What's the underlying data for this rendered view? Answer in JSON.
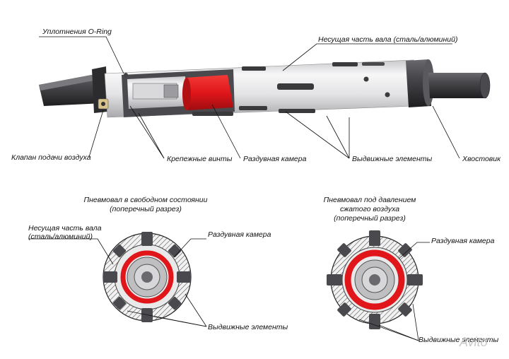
{
  "labels": {
    "o_ring": "Уплотнения O-Ring",
    "shaft_body": "Несущая часть вала (сталь/алюминий)",
    "air_valve": "Клапан подачи воздуха",
    "fixing_screws": "Крепежные винты",
    "inflatable_chamber": "Раздувная камера",
    "extendable_elements": "Выдвижные элементы",
    "shank": "Хвостовик"
  },
  "left_section": {
    "title_line1": "Пневмовал в свободном состоянии",
    "title_line2": "(поперечный разрез)",
    "shaft_body_line1": "Несущая часть вала",
    "shaft_body_line2": "(сталь/алюминий)",
    "chamber": "Раздувная камера",
    "elements": "Выдвижные элементы"
  },
  "right_section": {
    "title_line1": "Пневмовал под давлением",
    "title_line2": "сжатого воздуха",
    "title_line3": "(поперечный разрез)",
    "chamber": "Раздувная камера",
    "elements": "Выдвижные элементы"
  },
  "watermark": "Avito",
  "colors": {
    "chamber_red": "#e0161b",
    "metal_light": "#e8e8ea",
    "metal_dark": "#3a3a3c"
  }
}
